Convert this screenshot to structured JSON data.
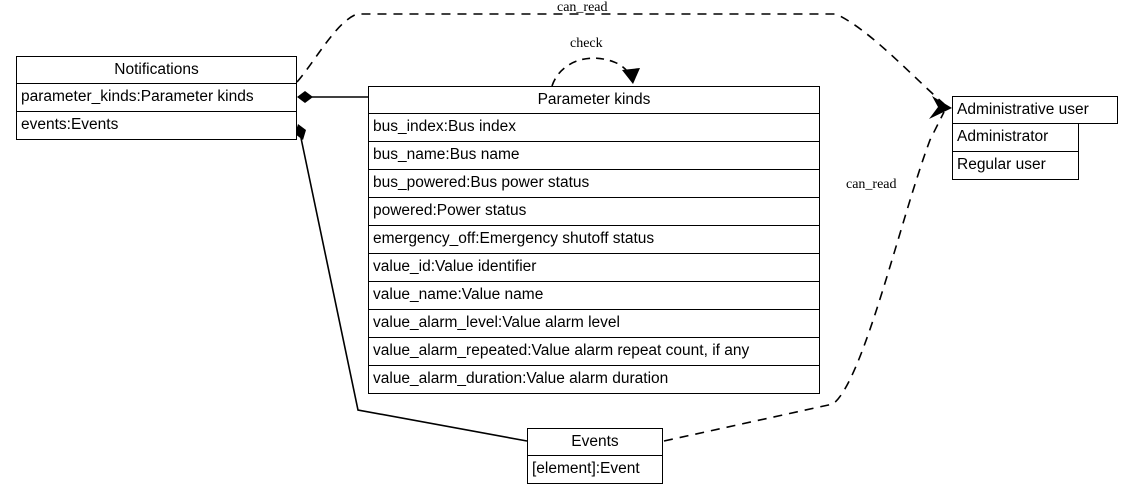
{
  "diagram": {
    "type": "uml-class-diagram",
    "background": "#ffffff",
    "line_color": "#000000"
  },
  "classes": {
    "notifications": {
      "title": "Notifications",
      "attributes": [
        "parameter_kinds:Parameter kinds",
        "events:Events"
      ]
    },
    "parameter_kinds": {
      "title": "Parameter kinds",
      "attributes": [
        "bus_index:Bus index",
        "bus_name:Bus name",
        "bus_powered:Bus power status",
        "powered:Power status",
        "emergency_off:Emergency shutoff status",
        "value_id:Value identifier",
        "value_name:Value name",
        "value_alarm_level:Value alarm level",
        "value_alarm_repeated:Value alarm repeat count, if any",
        "value_alarm_duration:Value alarm duration"
      ]
    },
    "administrative_user": {
      "title": "Administrative user",
      "attributes": [
        "Administrator",
        "Regular user"
      ]
    },
    "events": {
      "title": "Events",
      "attributes": [
        "[element]:Event"
      ]
    }
  },
  "edges": {
    "can_read_top": {
      "label": "can_read",
      "style": "dashed",
      "from": "notifications",
      "to": "administrative_user"
    },
    "check": {
      "label": "check",
      "style": "dashed",
      "from": "parameter_kinds",
      "to": "parameter_kinds"
    },
    "can_read_bottom": {
      "label": "can_read",
      "style": "dashed",
      "from": "events",
      "to": "administrative_user"
    },
    "composition_parameter_kinds": {
      "label": "",
      "style": "solid-composition",
      "from": "notifications",
      "to": "parameter_kinds"
    },
    "composition_events": {
      "label": "",
      "style": "solid-composition",
      "from": "notifications",
      "to": "events"
    }
  }
}
